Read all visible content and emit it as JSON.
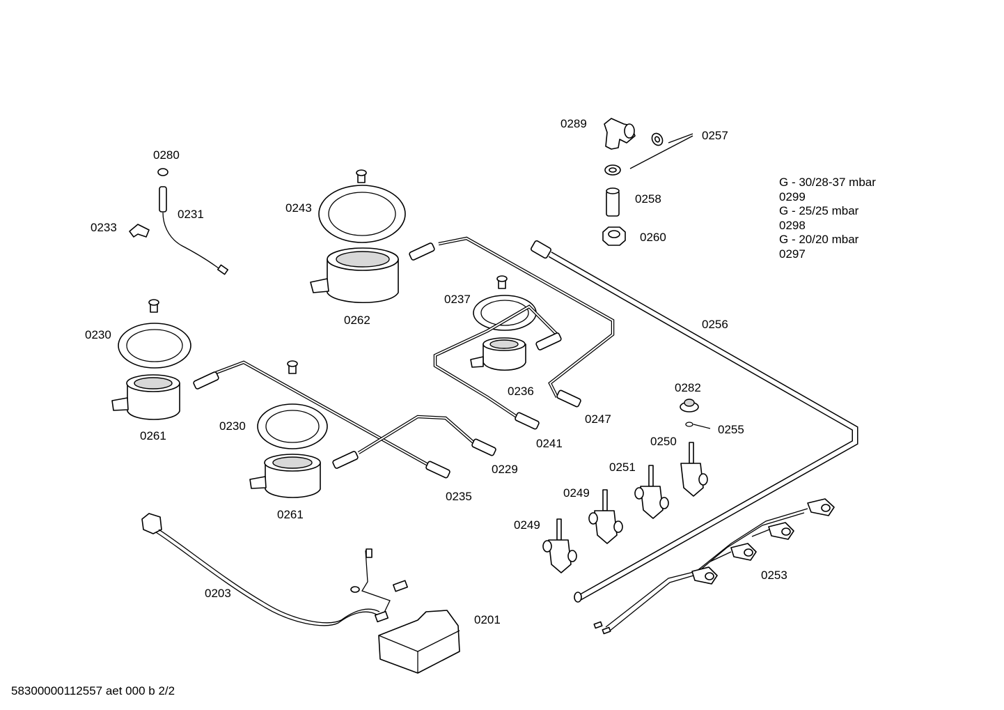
{
  "labels": {
    "p0289": "0289",
    "p0257": "0257",
    "p0280": "0280",
    "p0231": "0231",
    "p0233": "0233",
    "p0243": "0243",
    "p0258": "0258",
    "p0260": "0260",
    "p0262": "0262",
    "p0237": "0237",
    "p0256": "0256",
    "p0230a": "0230",
    "p0236": "0236",
    "p0282": "0282",
    "p0247": "0247",
    "p0255": "0255",
    "p0261a": "0261",
    "p0230b": "0230",
    "p0241": "0241",
    "p0250": "0250",
    "p0229": "0229",
    "p0251": "0251",
    "p0235": "0235",
    "p0249a": "0249",
    "p0261b": "0261",
    "p0249b": "0249",
    "p0253": "0253",
    "p0203": "0203",
    "p0201": "0201"
  },
  "gas_table": [
    "G - 30/28-37 mbar",
    "0299",
    "G - 25/25 mbar",
    "0298",
    "G - 20/20 mbar",
    "0297"
  ],
  "footer": "58300000112557 aet 000 b 2/2"
}
